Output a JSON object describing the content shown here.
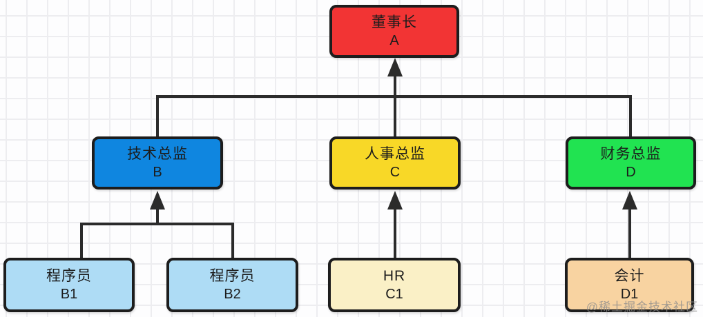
{
  "diagram": {
    "type": "org-chart",
    "nodes": {
      "A": {
        "title": "董事长",
        "code": "A",
        "fill": "#f23434"
      },
      "B": {
        "title": "技术总监",
        "code": "B",
        "fill": "#0f86e0"
      },
      "C": {
        "title": "人事总监",
        "code": "C",
        "fill": "#f8d827"
      },
      "D": {
        "title": "财务总监",
        "code": "D",
        "fill": "#21e351"
      },
      "B1": {
        "title": "程序员",
        "code": "B1",
        "fill": "#aedcf5"
      },
      "B2": {
        "title": "程序员",
        "code": "B2",
        "fill": "#aedcf5"
      },
      "C1": {
        "title": "HR",
        "code": "C1",
        "fill": "#faf0c6"
      },
      "D1": {
        "title": "会计",
        "code": "D1",
        "fill": "#f8d3a1"
      }
    },
    "edges": [
      {
        "from": "B",
        "to": "A"
      },
      {
        "from": "C",
        "to": "A"
      },
      {
        "from": "D",
        "to": "A"
      },
      {
        "from": "B1",
        "to": "B"
      },
      {
        "from": "B2",
        "to": "B"
      },
      {
        "from": "C1",
        "to": "C"
      },
      {
        "from": "D1",
        "to": "D"
      }
    ],
    "line_color": "#2b2b2b",
    "border_color": "#1d1d1d",
    "grid_color": "#ededf0"
  },
  "watermark": {
    "text": "@稀土掘金技术社区"
  }
}
